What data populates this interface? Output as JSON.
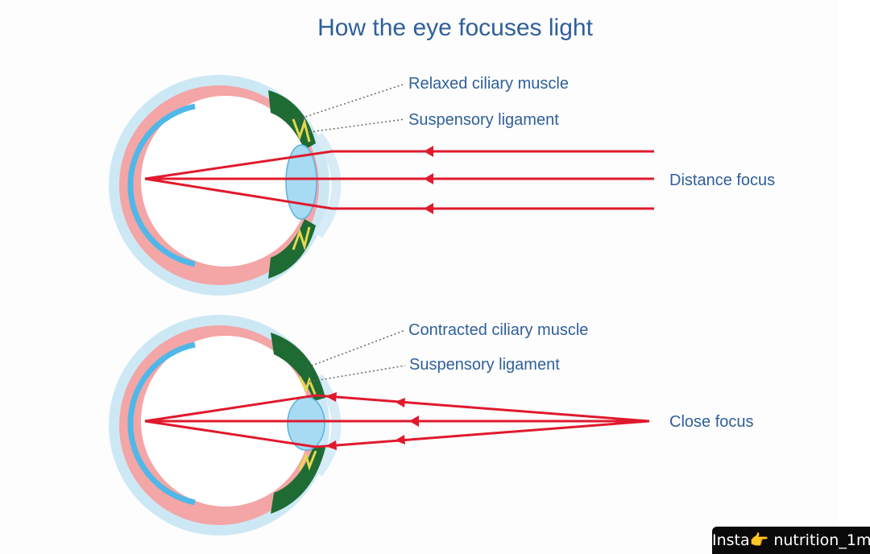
{
  "title": "How the eye focuses light",
  "top_diagram": {
    "muscle_label": "Relaxed ciliary muscle",
    "ligament_label": "Suspensory ligament",
    "focus_label": "Distance focus"
  },
  "bottom_diagram": {
    "muscle_label": "Contracted ciliary muscle",
    "ligament_label": "Suspensory ligament",
    "focus_label": "Close focus"
  },
  "watermark": {
    "text": "Insta👉 nutrition_1m"
  },
  "colors": {
    "label": "#2f5f99",
    "light_ray": "#e0192d",
    "sclera_pink": "#f4a5a6",
    "outer_blue": "#cde8f5",
    "retina_blue": "#4fb8e8",
    "lens_blue": "#a6dbf3",
    "ciliary_green": "#1e6b34",
    "ligament_yellow": "#e6d84f"
  }
}
